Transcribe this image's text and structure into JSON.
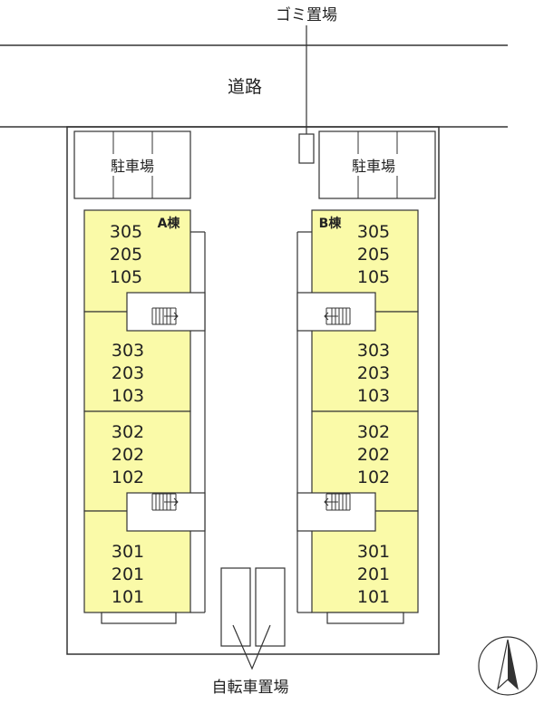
{
  "labels": {
    "garbage": "ゴミ置場",
    "road": "道路",
    "parking_left": "駐車場",
    "parking_right": "駐車場",
    "building_a": "A棟",
    "building_b": "B棟",
    "bicycle": "自転車置場"
  },
  "building_a_units": [
    [
      "305",
      "205",
      "105"
    ],
    [
      "303",
      "203",
      "103"
    ],
    [
      "302",
      "202",
      "102"
    ],
    [
      "301",
      "201",
      "101"
    ]
  ],
  "building_b_units": [
    [
      "305",
      "205",
      "105"
    ],
    [
      "303",
      "203",
      "103"
    ],
    [
      "302",
      "202",
      "102"
    ],
    [
      "301",
      "201",
      "101"
    ]
  ],
  "colors": {
    "unit_fill": "#fafaa8",
    "line": "#333333",
    "background": "#ffffff"
  }
}
